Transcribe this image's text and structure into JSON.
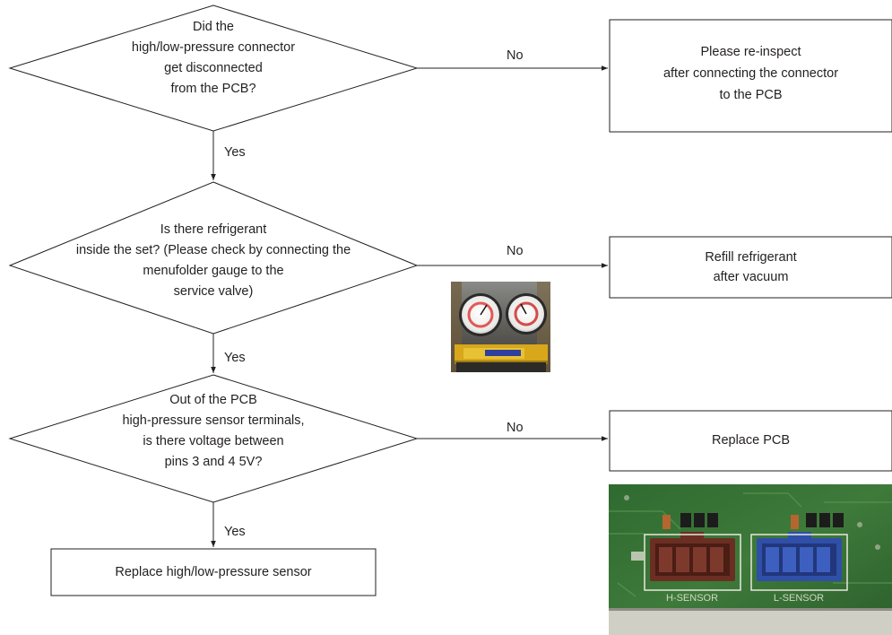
{
  "decisions": [
    {
      "lines": [
        "Did the",
        "high/low-pressure connector",
        "get disconnected",
        "from the PCB?"
      ]
    },
    {
      "lines": [
        "Is there refrigerant",
        "inside the set? (Please check by connecting the",
        "menufolder gauge to the",
        "service valve)"
      ]
    },
    {
      "lines": [
        "Out of the PCB",
        "high-pressure sensor terminals,",
        "is there voltage between",
        "pins 3 and 4 5V?"
      ]
    }
  ],
  "actions": [
    {
      "lines": [
        "Please re-inspect",
        "after connecting the connector",
        "to the PCB"
      ]
    },
    {
      "lines": [
        "Refill refrigerant",
        "after vacuum"
      ]
    },
    {
      "lines": [
        "Replace PCB"
      ]
    },
    {
      "lines": [
        "Replace high/low-pressure sensor"
      ]
    }
  ],
  "branch_labels": {
    "no": "No",
    "yes": "Yes"
  },
  "pcb_photo": {
    "left_connector_label": "H-SENSOR",
    "right_connector_label": "L-SENSOR"
  },
  "colors": {
    "line": "#231f20",
    "pcb_green": "#3e7a3a",
    "connector_brown": "#6b2e22",
    "connector_blue": "#2f4fa8"
  }
}
